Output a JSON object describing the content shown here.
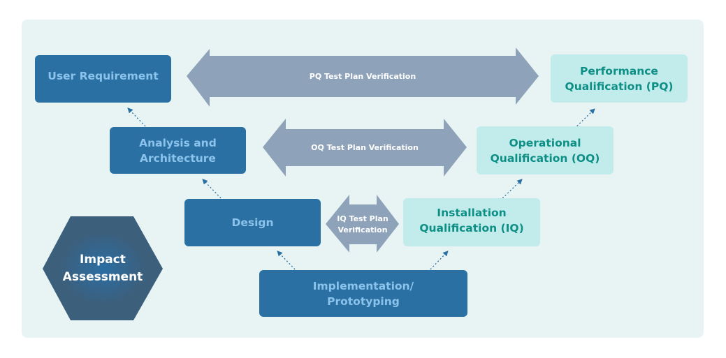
{
  "diagram": {
    "title": "V-Model Qualification Diagram",
    "colors": {
      "background_panel": "#e8f4f4",
      "development_box": "#2a70a2",
      "development_text": "#8bc3ec",
      "qualification_box": "#c2ecec",
      "qualification_text": "#0d8f86",
      "verification_arrow": "#8ea3ba",
      "connector": "#2a70a2",
      "impact_hexagon": "#3c5f7c"
    },
    "development_stages": [
      {
        "id": "user-requirement",
        "label": "User Requirement"
      },
      {
        "id": "analysis-architecture",
        "label": "Analysis and\nArchitecture"
      },
      {
        "id": "design",
        "label": "Design"
      },
      {
        "id": "implementation",
        "label": "Implementation/\nPrototyping"
      }
    ],
    "qualification_stages": [
      {
        "id": "pq",
        "label": "Performance\nQualification (PQ)"
      },
      {
        "id": "oq",
        "label": "Operational\nQualification (OQ)"
      },
      {
        "id": "iq",
        "label": "Installation\nQualification (IQ)"
      }
    ],
    "verification_arrows": [
      {
        "id": "pq-verification",
        "label": "PQ Test Plan Verification"
      },
      {
        "id": "oq-verification",
        "label": "OQ Test Plan Verification"
      },
      {
        "id": "iq-verification",
        "label": "IQ Test Plan\nVerification"
      }
    ],
    "impact_assessment": {
      "label": "Impact\nAssessment"
    },
    "connectors": [
      {
        "from": "analysis-architecture",
        "to": "user-requirement",
        "style": "dotted"
      },
      {
        "from": "design",
        "to": "analysis-architecture",
        "style": "dotted"
      },
      {
        "from": "implementation",
        "to": "design",
        "style": "dotted"
      },
      {
        "from": "implementation",
        "to": "iq",
        "style": "dotted"
      },
      {
        "from": "iq",
        "to": "oq",
        "style": "dotted"
      },
      {
        "from": "oq",
        "to": "pq",
        "style": "dotted"
      }
    ]
  }
}
